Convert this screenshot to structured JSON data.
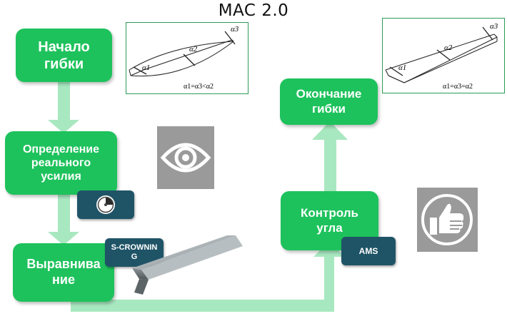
{
  "title": "MAC 2.0",
  "nodes": {
    "start_bending": "Начало\nгибки",
    "determine_force": "Определение\nреального\nусилия",
    "crowning": "Выравнива\nние",
    "angle_control": "Контроль\nугла",
    "end_bending": "Окончание\nгибки"
  },
  "tags": {
    "crowning": "S-CROWNIN\nG",
    "ams": "AMS"
  },
  "diagrams": {
    "left": {
      "a1": "α1",
      "a2": "α2",
      "a3": "α3",
      "formula": "α1=α3<α2"
    },
    "right": {
      "a1": "α1",
      "a2": "α2",
      "a3": "α3",
      "formula": "α1=α3=α2"
    }
  },
  "icons": [
    "eye-icon",
    "gauge-icon",
    "thumbs-up-icon",
    "metal-profile-image"
  ],
  "colors": {
    "node": "#1ec25c",
    "arrow": "#a8e8c0",
    "tag": "#1f5467",
    "icon_bg": "#9a9a9a"
  }
}
